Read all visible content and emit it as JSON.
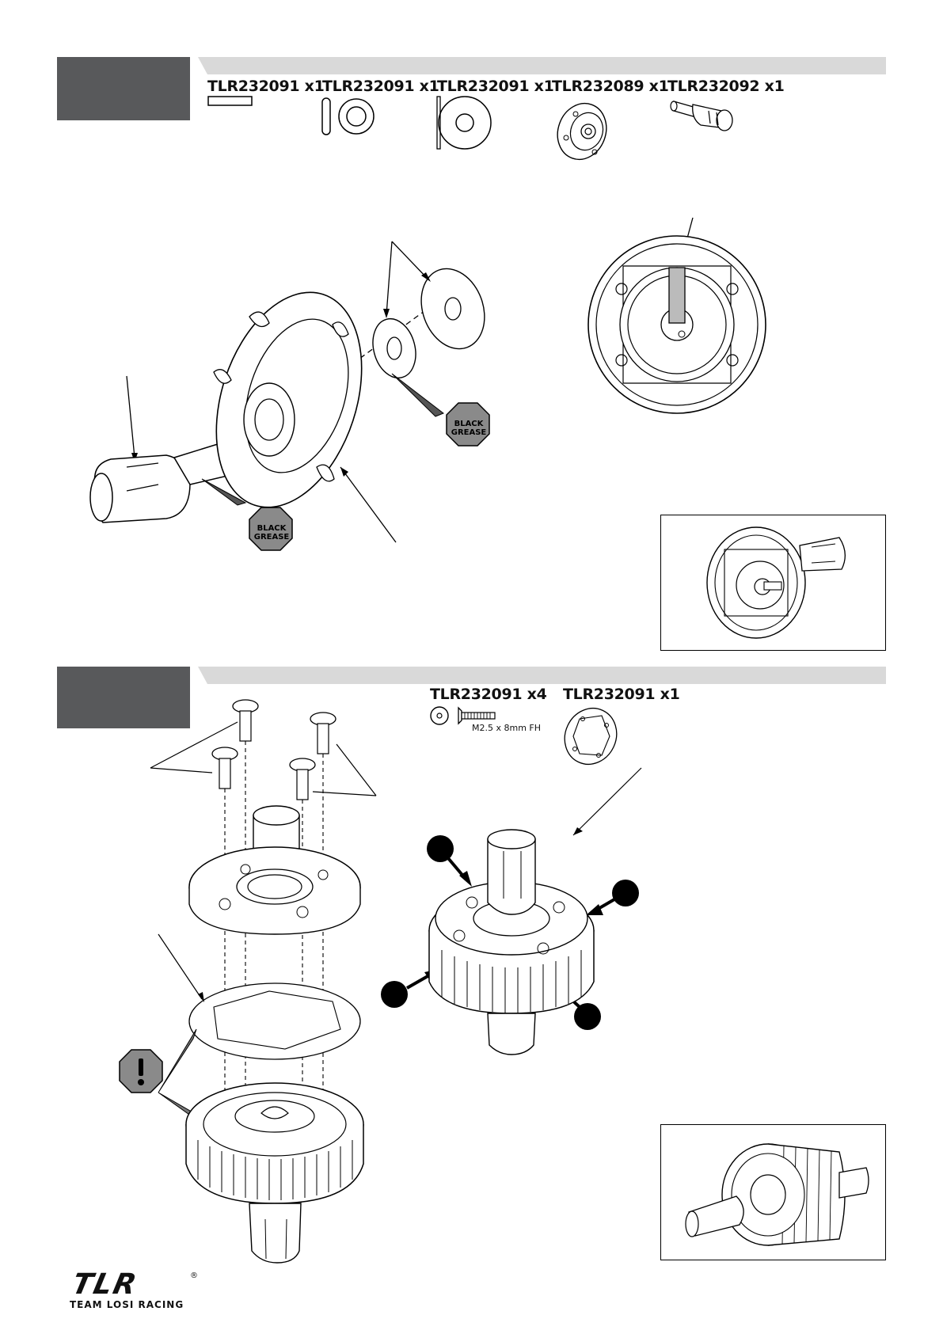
{
  "step1": {
    "parts": [
      {
        "label": "TLR232091 x1",
        "icon": "pin-icon"
      },
      {
        "label": "TLR232091 x1",
        "icon": "o-ring-icon"
      },
      {
        "label": "TLR232091 x1",
        "icon": "shim-icon"
      },
      {
        "label": "TLR232089 x1",
        "icon": "diff-case-icon"
      },
      {
        "label": "TLR232092 x1",
        "icon": "outdrive-icon"
      }
    ],
    "grease_badges": [
      {
        "label1": "BLACK",
        "label2": "GREASE"
      },
      {
        "label1": "BLACK",
        "label2": "GREASE"
      }
    ]
  },
  "step2": {
    "parts": [
      {
        "label": "TLR232091 x4",
        "icon": "screw-icon",
        "spec": "M2.5 x 8mm FH"
      },
      {
        "label": "TLR232091 x1",
        "icon": "gasket-icon"
      }
    ],
    "warning_icon": "exclamation-icon"
  },
  "logo": {
    "mark": "TLR",
    "tagline": "TEAM LOSI RACING",
    "registered": "®"
  },
  "colors": {
    "step_block": "#58595b",
    "step_bar": "#d9d9d9",
    "grease_badge": "#8a8a8a"
  }
}
